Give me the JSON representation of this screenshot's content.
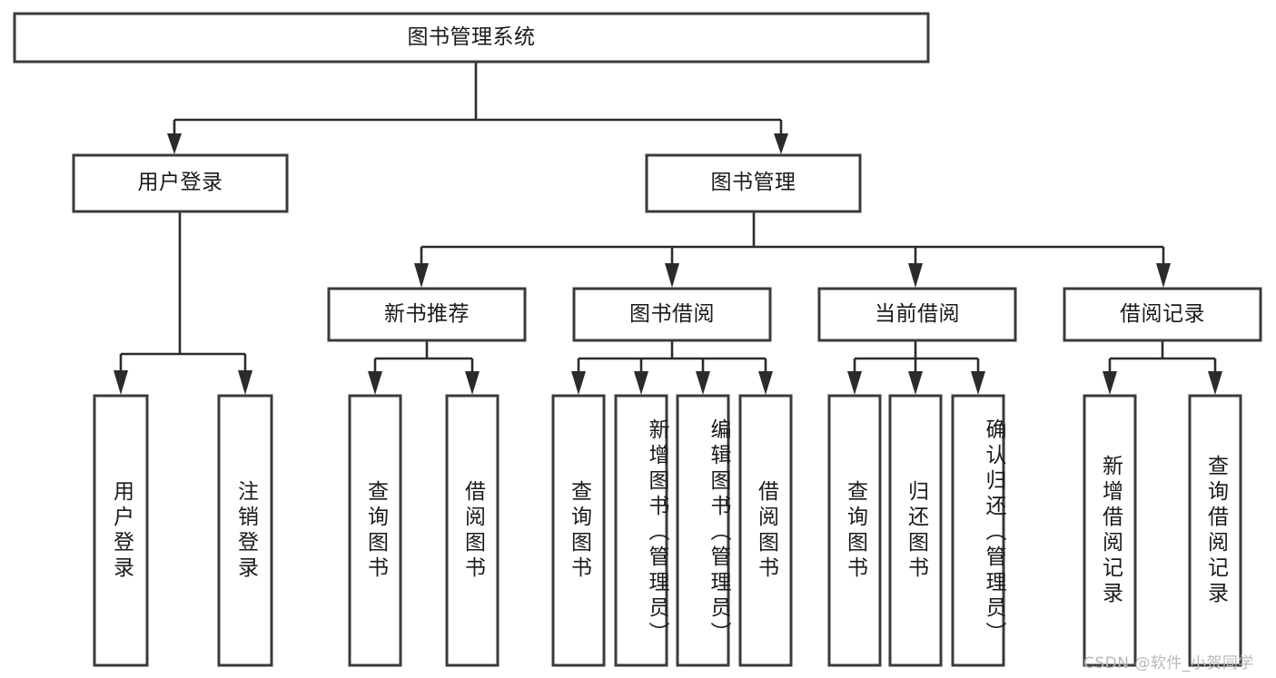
{
  "diagram": {
    "type": "tree-hierarchy-chart",
    "title": "图书管理系统",
    "orientation": "top-down",
    "colors": {
      "box_fill": "#ffffff",
      "box_stroke": "#3b3b3b",
      "connector": "#2b2b2b",
      "text": "#1a1a1a",
      "watermark": "#b9b9b9",
      "background": "#ffffff"
    },
    "levels": {
      "root": {
        "label": "图书管理系统"
      },
      "level2": [
        {
          "id": "user-login",
          "label": "用户登录"
        },
        {
          "id": "book-management",
          "label": "图书管理"
        }
      ],
      "level3": [
        {
          "id": "new-book-recommend",
          "label": "新书推荐",
          "parent": "book-management"
        },
        {
          "id": "book-borrow",
          "label": "图书借阅",
          "parent": "book-management"
        },
        {
          "id": "current-borrow",
          "label": "当前借阅",
          "parent": "book-management"
        },
        {
          "id": "borrow-record",
          "label": "借阅记录",
          "parent": "book-management"
        }
      ],
      "leaves": [
        {
          "id": "leaf-user-login",
          "label": "用户登录",
          "parent": "user-login"
        },
        {
          "id": "leaf-user-logout",
          "label": "注销登录",
          "parent": "user-login"
        },
        {
          "id": "leaf-query-book-1",
          "label": "查询图书",
          "parent": "new-book-recommend"
        },
        {
          "id": "leaf-borrow-book-1",
          "label": "借阅图书",
          "parent": "new-book-recommend"
        },
        {
          "id": "leaf-query-book-2",
          "label": "查询图书",
          "parent": "book-borrow"
        },
        {
          "id": "leaf-add-book",
          "label": "新增图书（管理员）",
          "parent": "book-borrow"
        },
        {
          "id": "leaf-edit-book",
          "label": "编辑图书（管理员）",
          "parent": "book-borrow"
        },
        {
          "id": "leaf-borrow-book-2",
          "label": "借阅图书",
          "parent": "book-borrow"
        },
        {
          "id": "leaf-query-book-3",
          "label": "查询图书",
          "parent": "current-borrow"
        },
        {
          "id": "leaf-return-book",
          "label": "归还图书",
          "parent": "current-borrow"
        },
        {
          "id": "leaf-confirm-return",
          "label": "确认归还（管理员）",
          "parent": "current-borrow"
        },
        {
          "id": "leaf-add-record",
          "label": "新增借阅记录",
          "parent": "borrow-record"
        },
        {
          "id": "leaf-query-record",
          "label": "查询借阅记录",
          "parent": "borrow-record"
        }
      ]
    },
    "watermark": "CSDN @软件_小贺同学"
  }
}
